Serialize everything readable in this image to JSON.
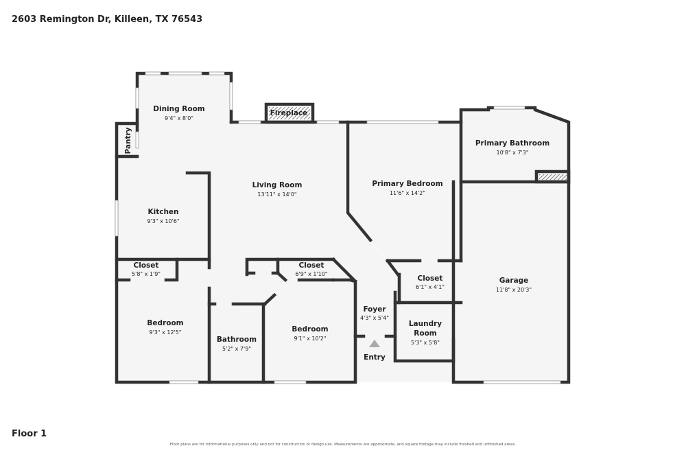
{
  "header": {
    "address": "2603 Remington Dr, Killeen, TX 76543"
  },
  "footer": {
    "floor": "Floor 1",
    "disclaimer": "Floor plans are for informational purposes only and not for construction or design use. Measurements are approximate, and square footage may include finished and unfinished areas."
  },
  "rooms": {
    "dining": {
      "name": "Dining Room",
      "dims": "9'4\" x 8'0\""
    },
    "fireplace": {
      "name": "Fireplace"
    },
    "pantry": {
      "name": "Pantry"
    },
    "living": {
      "name": "Living Room",
      "dims": "13'11\" x 14'0\""
    },
    "kitchen": {
      "name": "Kitchen",
      "dims": "9'3\" x 10'6\""
    },
    "primary_bedroom": {
      "name": "Primary Bedroom",
      "dims": "11'6\" x 14'2\""
    },
    "primary_bathroom": {
      "name": "Primary Bathroom",
      "dims": "10'8\" x 7'3\""
    },
    "garage": {
      "name": "Garage",
      "dims": "11'8\" x 20'3\""
    },
    "closet_1": {
      "name": "Closet",
      "dims": "5'8\" x 1'9\""
    },
    "closet_2": {
      "name": "Closet",
      "dims": "6'9\" x 1'10\""
    },
    "closet_3": {
      "name": "Closet",
      "dims": "6'1\" x 4'1\""
    },
    "bedroom_1": {
      "name": "Bedroom",
      "dims": "9'3\" x 12'5\""
    },
    "bedroom_2": {
      "name": "Bedroom",
      "dims": "9'1\" x 10'2\""
    },
    "bathroom": {
      "name": "Bathroom",
      "dims": "5'2\" x 7'9\""
    },
    "foyer": {
      "name": "Foyer",
      "dims": "4'3\" x 5'4\""
    },
    "laundry": {
      "name": "Laundry Room",
      "line1": "Laundry",
      "line2": "Room",
      "dims": "5'3\" x 5'8\""
    },
    "entry": {
      "name": "Entry"
    }
  },
  "icons": {
    "entry_arrow": "triangle-up-icon"
  },
  "colors": {
    "wall": "#333333",
    "floor": "#f5f5f5"
  }
}
